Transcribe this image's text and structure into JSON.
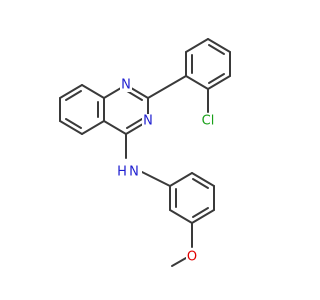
{
  "labels": {
    "n_top": "N",
    "n_mid": "N",
    "cl": "Cl",
    "nh": "N",
    "nh_h": "H",
    "o": "O"
  },
  "colors": {
    "bond": "#3a3a3a",
    "nitrogen": "#1f1fd0",
    "chlorine": "#18a018",
    "oxygen": "#e00000"
  }
}
